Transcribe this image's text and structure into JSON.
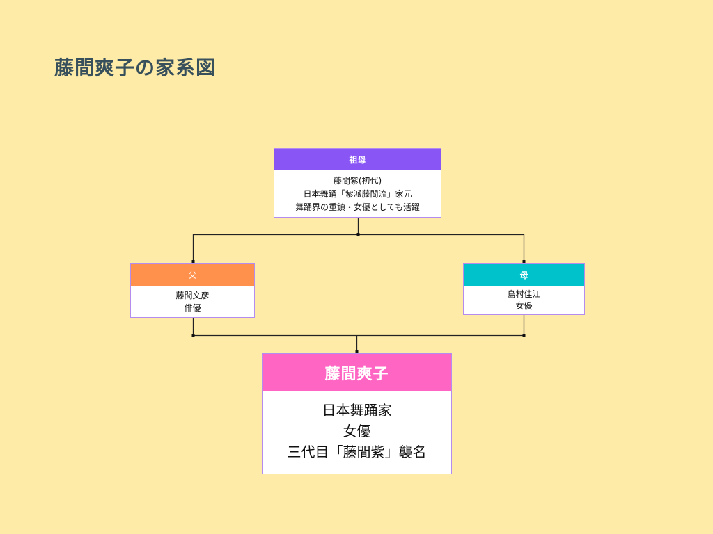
{
  "title": "藤間爽子の家系図",
  "colors": {
    "background": "#FFEBA8",
    "title": "#37505C",
    "grandmother_header": "#8A55F5",
    "father_header": "#FF914D",
    "mother_header": "#00C2CB",
    "subject_header": "#FF66C4",
    "node_border": "#B48CF0",
    "connector": "#222222"
  },
  "nodes": {
    "grandmother": {
      "role": "祖母",
      "lines": [
        "藤間紫(初代)",
        "日本舞踊「紫派藤間流」家元",
        "舞踊界の重鎮・女優としても活躍"
      ]
    },
    "father": {
      "role": "父",
      "lines": [
        "藤間文彦",
        "俳優"
      ]
    },
    "mother": {
      "role": "母",
      "lines": [
        "島村佳江",
        "女優"
      ]
    },
    "subject": {
      "name": "藤間爽子",
      "lines": [
        "日本舞踊家",
        "女優",
        "三代目「藤間紫」襲名"
      ]
    }
  }
}
